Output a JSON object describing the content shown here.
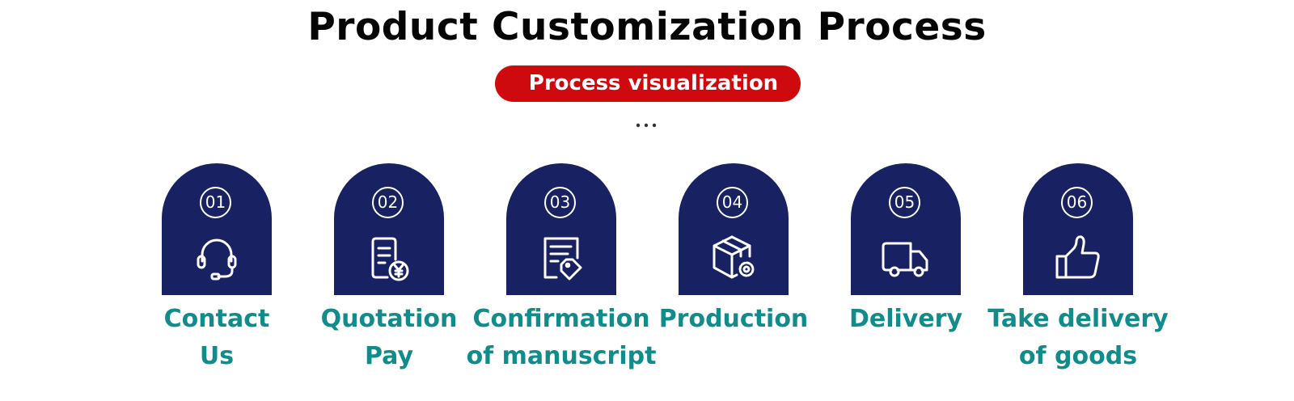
{
  "title": "Product Customization Process",
  "subtitle": "Process visualization",
  "colors": {
    "title": "#050505",
    "pill": "#cf0a0e",
    "card": "#182262",
    "label": "#118c8a"
  },
  "steps": [
    {
      "num": "01",
      "icon": "headset-icon",
      "label_line1": "Contact",
      "label_line2": "Us"
    },
    {
      "num": "02",
      "icon": "quotation-document-icon",
      "label_line1": "Quotation",
      "label_line2": "Pay"
    },
    {
      "num": "03",
      "icon": "document-tag-icon",
      "label_line1": "Confirmation",
      "label_line2": "of manuscript"
    },
    {
      "num": "04",
      "icon": "package-gear-icon",
      "label_line1": "Production",
      "label_line2": ""
    },
    {
      "num": "05",
      "icon": "delivery-truck-icon",
      "label_line1": "Delivery",
      "label_line2": ""
    },
    {
      "num": "06",
      "icon": "thumbs-up-icon",
      "label_line1": "Take delivery",
      "label_line2": "of goods"
    }
  ]
}
